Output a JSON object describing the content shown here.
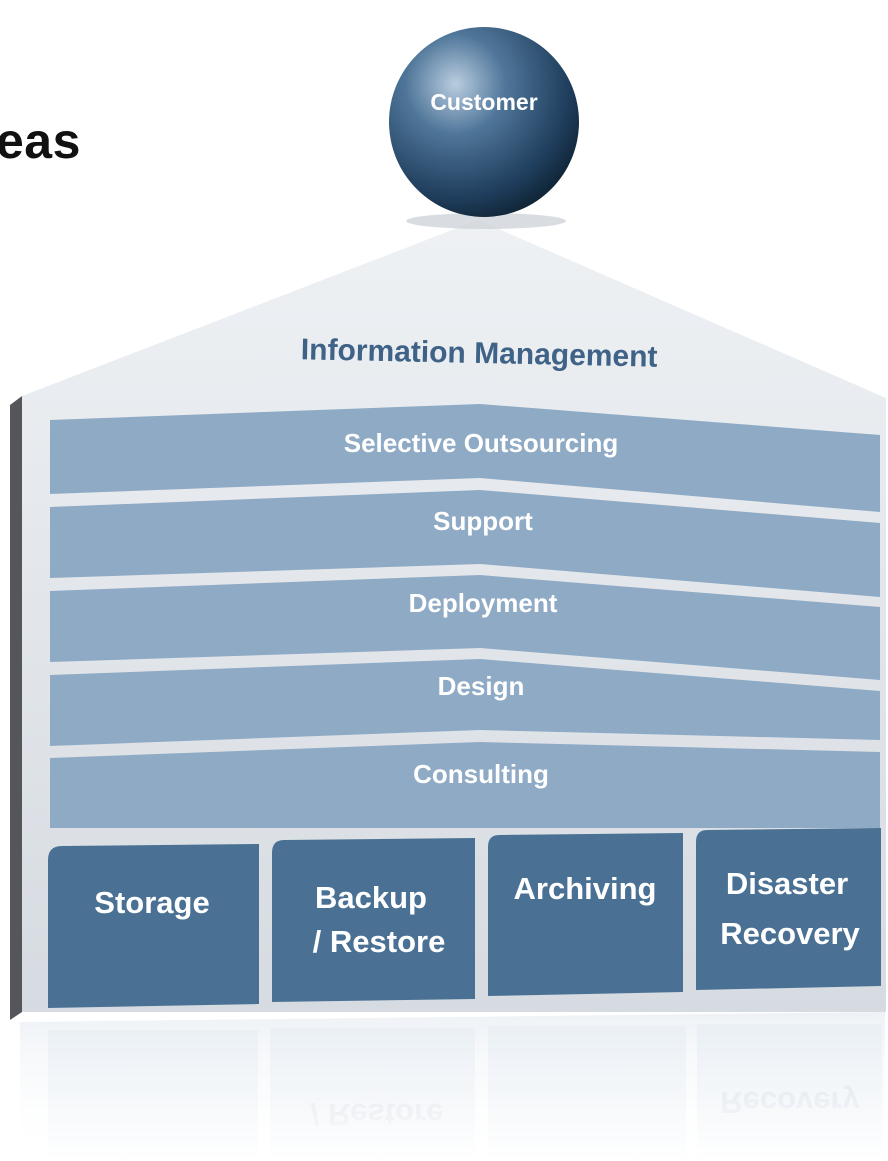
{
  "heading": "eas",
  "top": {
    "label": "Customer"
  },
  "roof": {
    "label": "Information Management"
  },
  "layers": [
    {
      "label": "Selective Outsourcing"
    },
    {
      "label": "Support"
    },
    {
      "label": "Deployment"
    },
    {
      "label": "Design"
    },
    {
      "label": "Consulting"
    }
  ],
  "pillars": [
    {
      "line1": "Storage",
      "line2": ""
    },
    {
      "line1": "Backup",
      "line2": "/ Restore"
    },
    {
      "line1": "Archiving",
      "line2": ""
    },
    {
      "line1": "Disaster",
      "line2": "Recovery"
    }
  ],
  "colors": {
    "layer": "#8faac5",
    "pillar": "#4a7194",
    "roof": "#dfe3e8",
    "label_accent": "#3f6287"
  }
}
